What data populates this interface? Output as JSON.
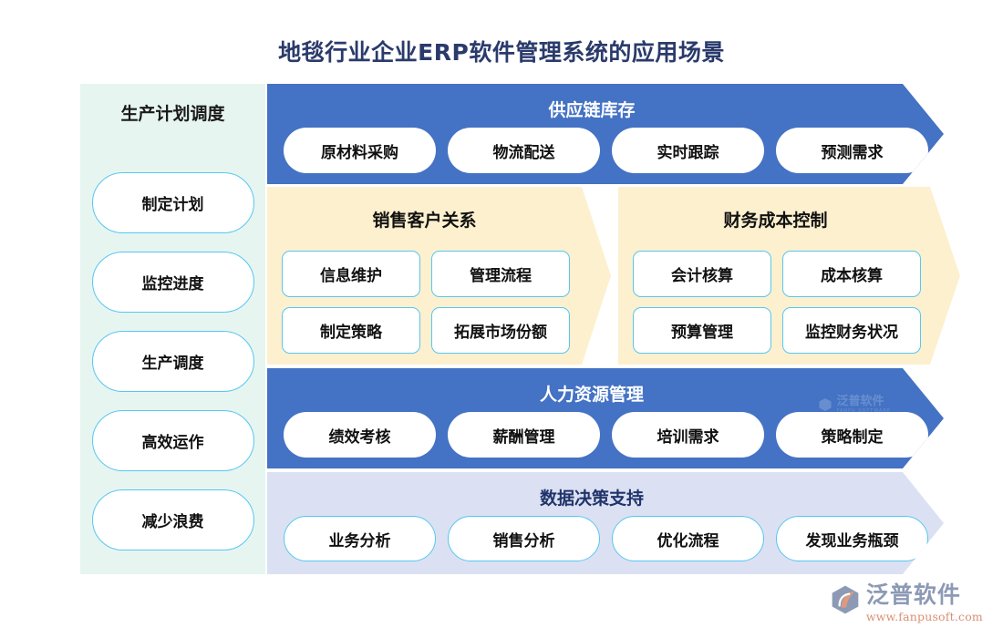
{
  "title": "地毯行业企业ERP软件管理系统的应用场景",
  "colors": {
    "title_text": "#2A3A6B",
    "blue_band": "#4472C4",
    "beige_panel": "#FDF0CE",
    "lavender_band": "#DBE1F2",
    "mint_sidebar": "#E7F5F1",
    "pill_border": "#56C7F0",
    "brand_gray": "#8C9AB5",
    "brand_orange": "#D98F73"
  },
  "sidebar": {
    "title": "生产计划调度",
    "items": [
      {
        "label": "制定计划"
      },
      {
        "label": "监控进度"
      },
      {
        "label": "生产调度"
      },
      {
        "label": "高效运作"
      },
      {
        "label": "减少浪费"
      }
    ]
  },
  "bands": {
    "supply": {
      "title": "供应链库存",
      "items": [
        {
          "label": "原材料采购"
        },
        {
          "label": "物流配送"
        },
        {
          "label": "实时跟踪"
        },
        {
          "label": "预测需求"
        }
      ]
    },
    "sales": {
      "title": "销售客户关系",
      "rows": [
        [
          {
            "label": "信息维护"
          },
          {
            "label": "管理流程"
          }
        ],
        [
          {
            "label": "制定策略"
          },
          {
            "label": "拓展市场份额"
          }
        ]
      ]
    },
    "finance": {
      "title": "财务成本控制",
      "rows": [
        [
          {
            "label": "会计核算"
          },
          {
            "label": "成本核算"
          }
        ],
        [
          {
            "label": "预算管理"
          },
          {
            "label": "监控财务状况"
          }
        ]
      ]
    },
    "hr": {
      "title": "人力资源管理",
      "items": [
        {
          "label": "绩效考核"
        },
        {
          "label": "薪酬管理"
        },
        {
          "label": "培训需求"
        },
        {
          "label": "策略制定"
        }
      ]
    },
    "data": {
      "title": "数据决策支持",
      "items": [
        {
          "label": "业务分析"
        },
        {
          "label": "销售分析"
        },
        {
          "label": "优化流程"
        },
        {
          "label": "发现业务瓶颈"
        }
      ]
    }
  },
  "watermark": {
    "name": "泛普软件",
    "sub": "FANPU SOFTWARE"
  },
  "brand": {
    "name": "泛普软件",
    "url": "www.fanpusoft.com"
  }
}
